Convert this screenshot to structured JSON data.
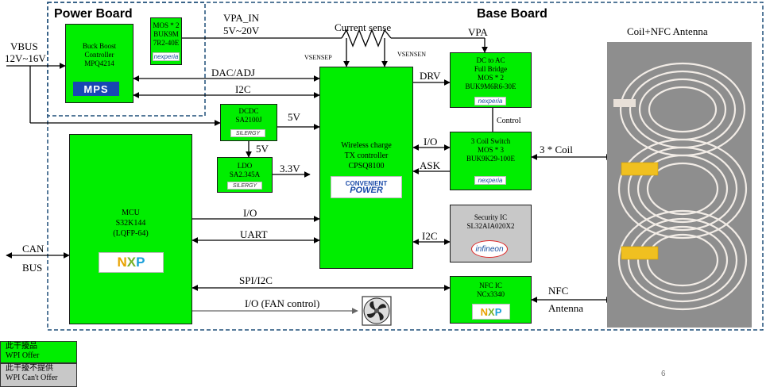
{
  "title_power": "Power Board",
  "title_base": "Base Board",
  "title_coil": "Coil+NFC Antenna",
  "blocks": {
    "buck": [
      "Buck Boost",
      "Controller",
      "MPQ4214"
    ],
    "mos2": [
      "MOS * 2",
      "BUK9M",
      "7R2-40E"
    ],
    "dcdc": [
      "DCDC",
      "SA2100J"
    ],
    "ldo": [
      "LDO",
      "SA2.345A"
    ],
    "mcu": [
      "MCU",
      "S32K144",
      "(LQFP-64)"
    ],
    "wctx": [
      "Wireless charge",
      "TX controller",
      "CPSQ8100"
    ],
    "dcac": [
      "DC to AC",
      "Full Bridge",
      "MOS * 2",
      "BUK9M6R6-30E"
    ],
    "coilsw": [
      "3 Coil Switch",
      "MOS * 3",
      "BUK9K29-100E"
    ],
    "security": [
      "Security IC",
      "SL32AIA020X2"
    ],
    "nfcic": [
      "NFC IC",
      "NCx3340"
    ]
  },
  "logos": {
    "mps": "MPS",
    "nexperia": "nexperia",
    "nxp": [
      "N",
      "X",
      "P"
    ],
    "cp_top": "CONVENIENT",
    "cp_bottom": "POWER",
    "infineon": "infineon",
    "silergy": "SILERGY"
  },
  "labels": {
    "vbus": "VBUS",
    "vbus_range": "12V~16V",
    "vpa_in": "VPA_IN",
    "vpa_range": "5V~20V",
    "current_sense": "Current sense",
    "vsensep": "VSENSEP",
    "vsensen": "VSENSEN",
    "vpa": "VPA",
    "dac_adj": "DAC/ADJ",
    "i2c_top": "I2C",
    "drv": "DRV",
    "control": "Control",
    "v5_a": "5V",
    "v5_b": "5V",
    "v33": "3.3V",
    "io_top": "I/O",
    "ask": "ASK",
    "coil3": "3 * Coil",
    "io_mid": "I/O",
    "uart": "UART",
    "i2c_sec": "I2C",
    "can": "CAN",
    "bus": "BUS",
    "spi_i2c": "SPI/I2C",
    "io_fan": "I/O (FAN control)",
    "nfc": "NFC",
    "antenna": "Antenna",
    "page_number": "6"
  },
  "legend": {
    "offer_cn": "此干擾品",
    "offer_en": "WPI Offer",
    "notoffer_cn": "此干擾不提供",
    "notoffer_en": "WPI Can't Offer"
  },
  "colors": {
    "block_green": "#00ee00",
    "block_grey": "#c8c8c8",
    "dash_blue": "#1f4e79"
  }
}
